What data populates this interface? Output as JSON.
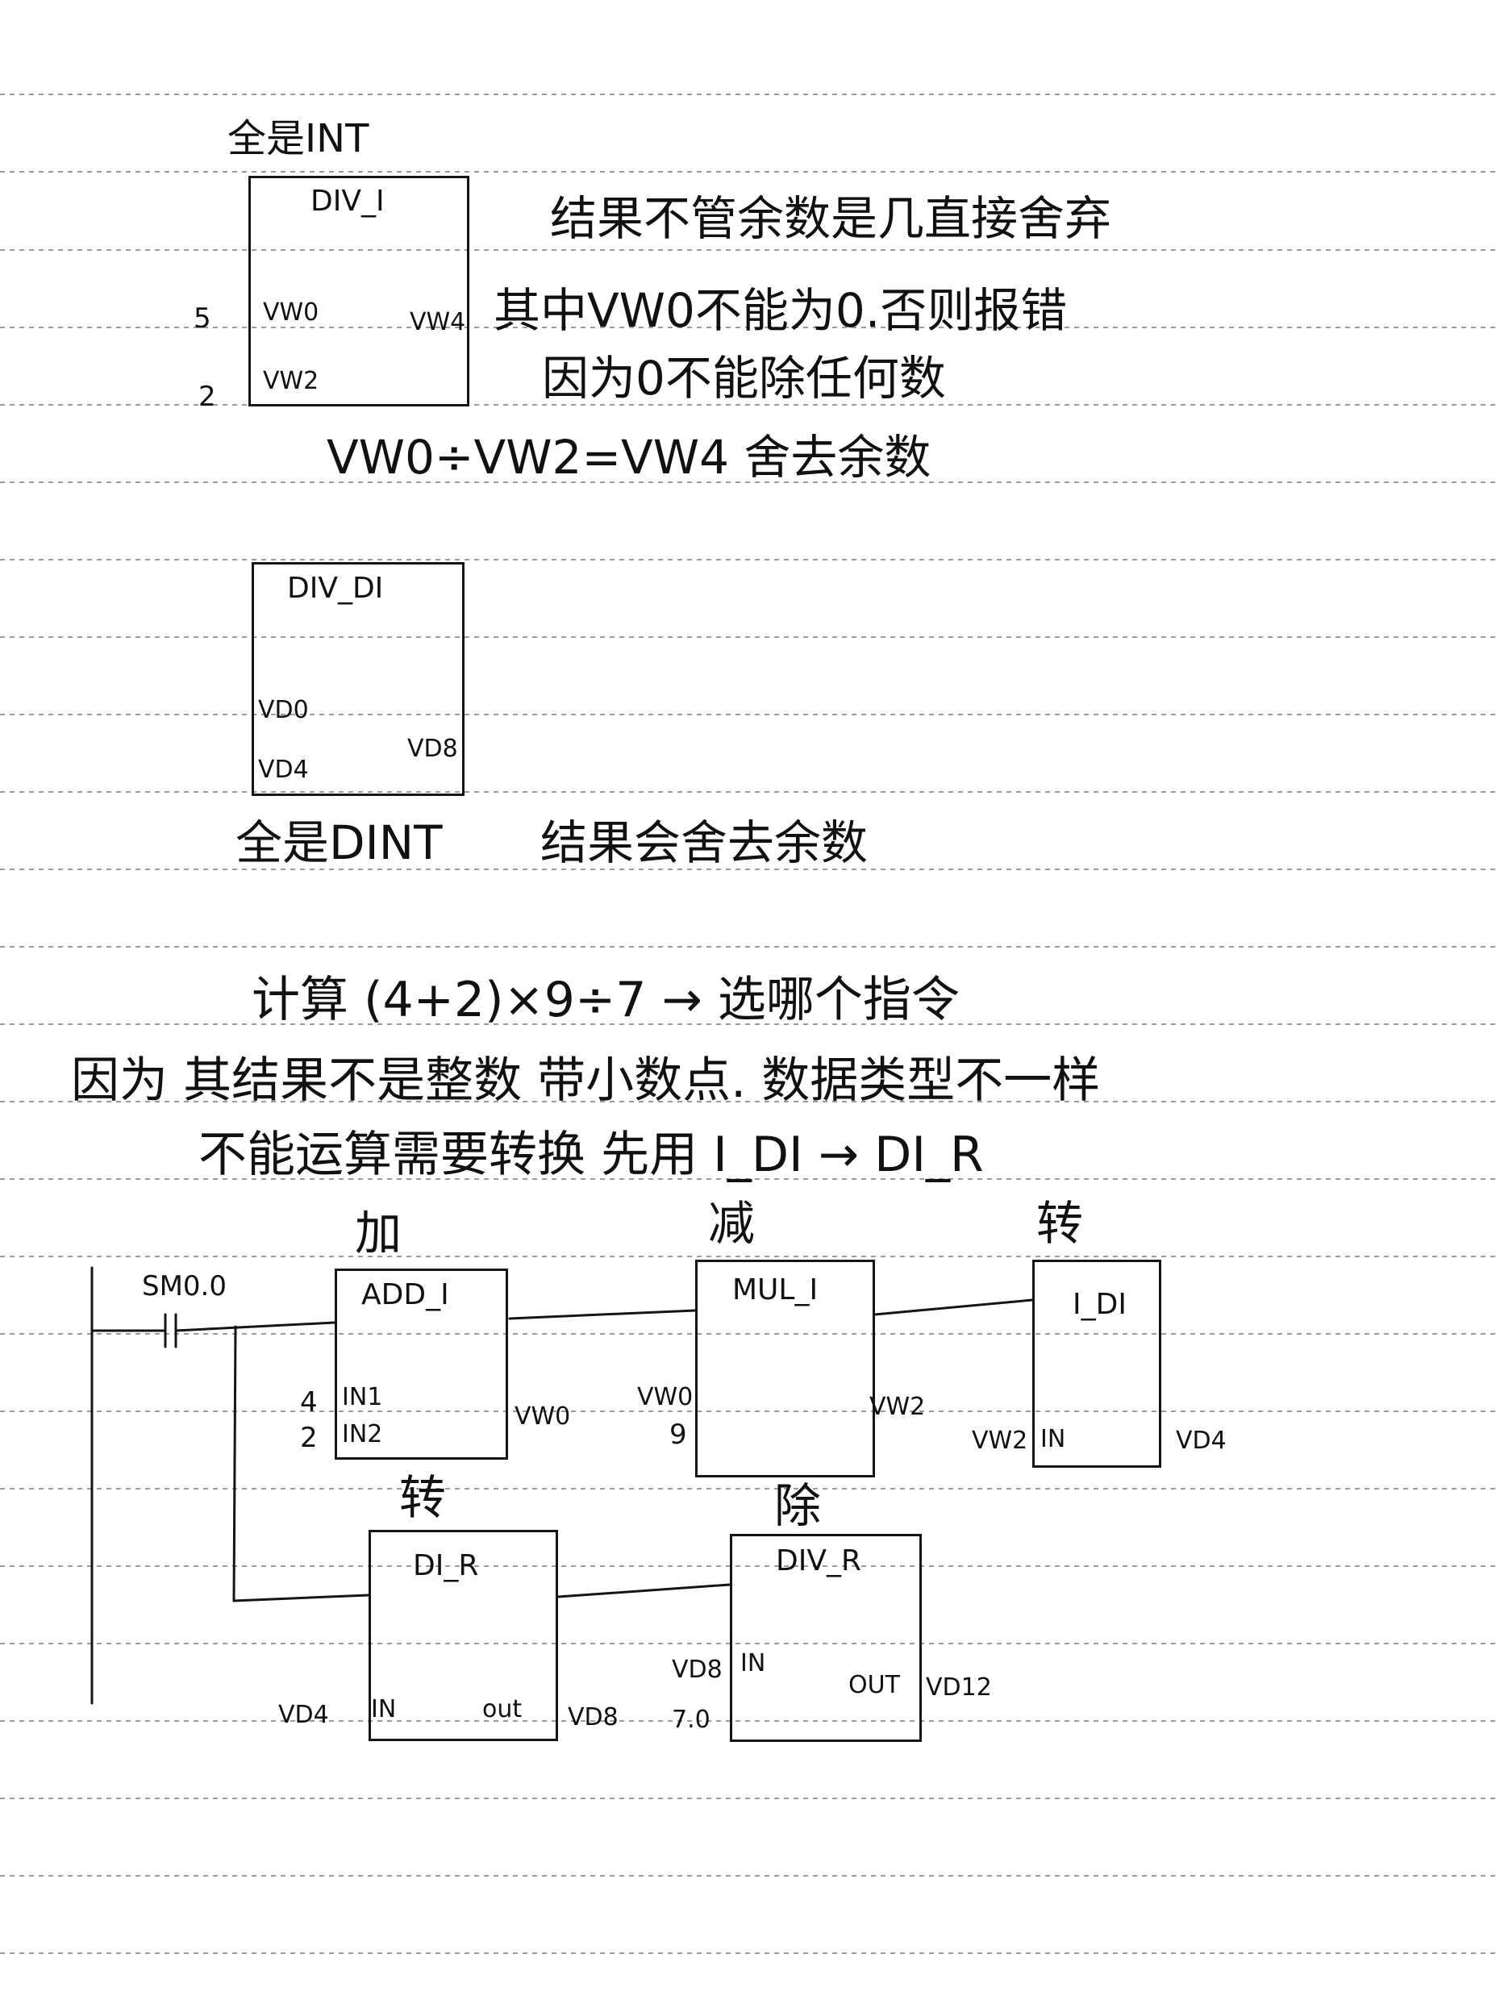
{
  "section1": {
    "header": "全是INT",
    "block_name": "DIV_I",
    "in1_port": "VW0",
    "in2_port": "VW2",
    "out_port": "VW4",
    "in1_value": "5",
    "in2_value": "2",
    "note1": "结果不管余数是几直接舍弃",
    "note2": "其中VW0不能为0.否则报错",
    "note3": "因为0不能除任何数",
    "formula": "VW0÷VW2=VW4 舍去余数"
  },
  "section2": {
    "block_name": "DIV_DI",
    "in1_port": "VD0",
    "in2_port": "VD4",
    "out_port": "VD8",
    "footer": "全是DINT",
    "note": "结果会舍去余数"
  },
  "section3": {
    "line1": "计算 (4+2)×9÷7 → 选哪个指令",
    "line2": "因为 其结果不是整数 带小数点. 数据类型不一样",
    "line3": "不能运算需要转换 先用 I_DI → DI_R"
  },
  "ladder": {
    "contact_label": "SM0.0",
    "label_add": "加",
    "label_mul": "减",
    "label_convert1": "转",
    "label_convert2": "转",
    "label_div": "除",
    "add_block": {
      "name": "ADD_I",
      "in1": "IN1",
      "in2": "IN2",
      "in1_value": "4",
      "in2_value": "2",
      "out": "VW0"
    },
    "mul_block": {
      "name": "MUL_I",
      "in1_value": "VW0",
      "in2_value": "9",
      "out": "VW2"
    },
    "idi_block": {
      "name": "I_DI",
      "in": "IN",
      "in_value": "VW2",
      "out": "VD4"
    },
    "dir_block": {
      "name": "DI_R",
      "in": "IN",
      "out_port": "out",
      "in_value": "VD4",
      "out": "VD8"
    },
    "divr_block": {
      "name": "DIV_R",
      "in": "IN",
      "out_port": "OUT",
      "in1_value": "VD8",
      "in2_value": "7.0",
      "out": "VD12"
    }
  }
}
